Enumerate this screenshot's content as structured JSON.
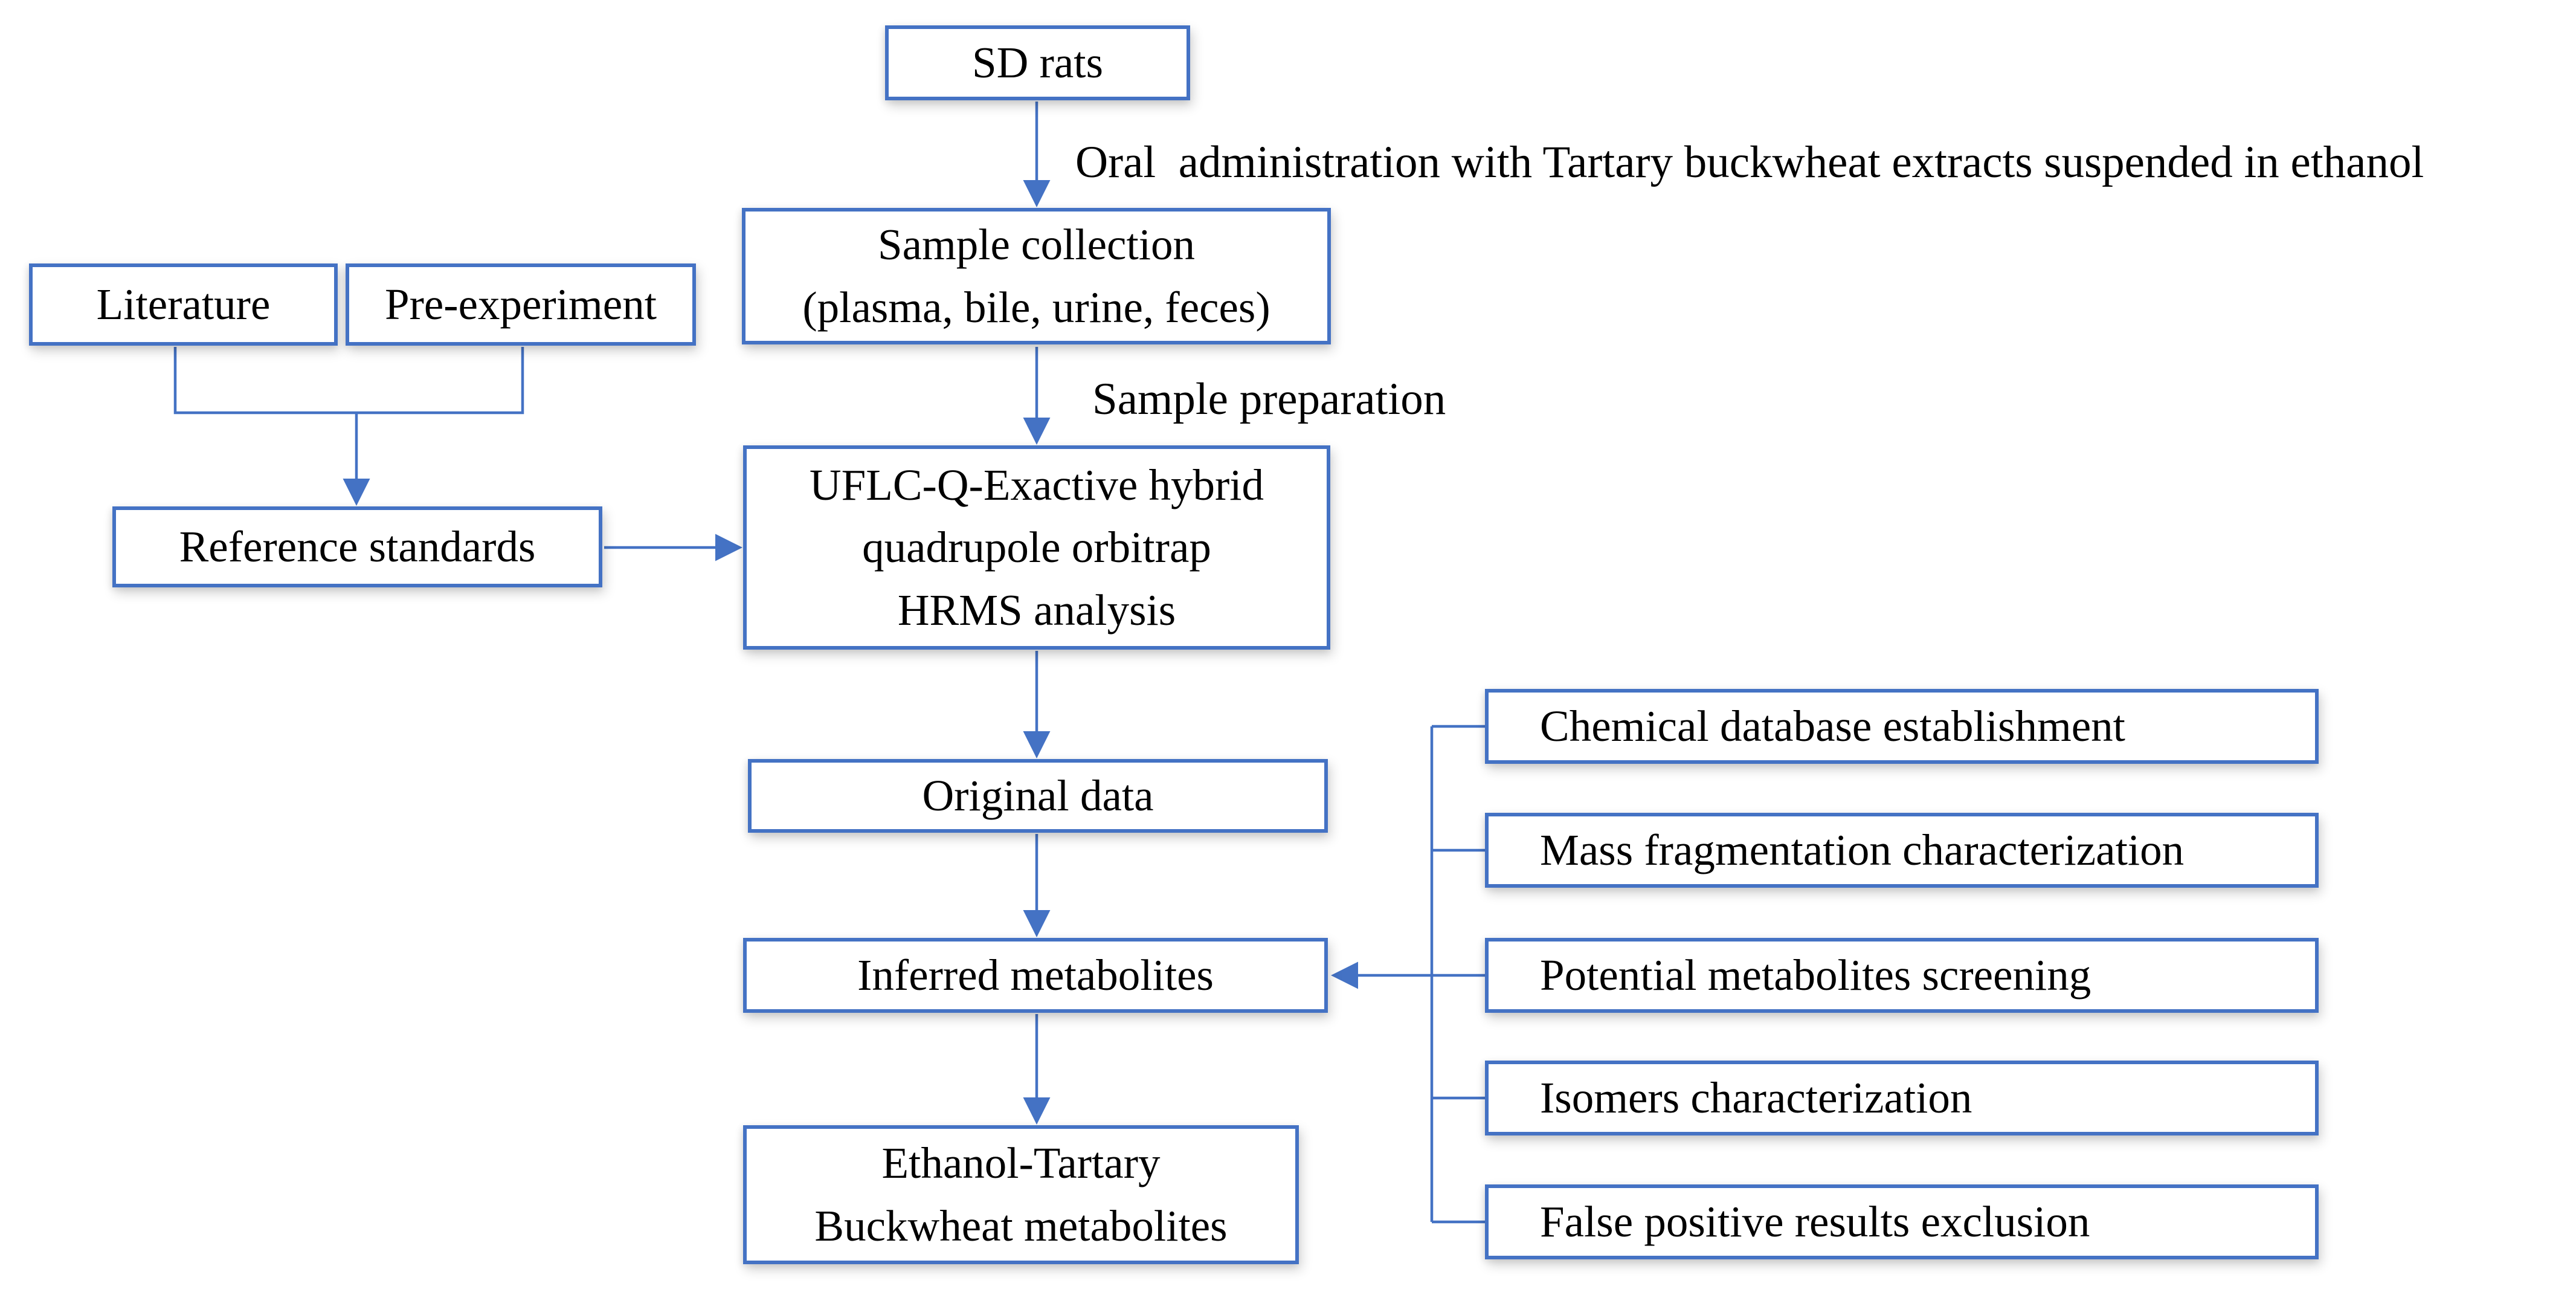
{
  "palette": {
    "accent_blue": "#4472C4",
    "text_black": "#000000",
    "box_fill": "#ffffff",
    "background": "#ffffff"
  },
  "nodes": {
    "sd_rats": {
      "label": "SD rats"
    },
    "sample_collection": {
      "label": "Sample collection\n(plasma, bile, urine, feces)"
    },
    "uflc": {
      "label": "UFLC-Q-Exactive hybrid\nquadrupole orbitrap\nHRMS analysis"
    },
    "original_data": {
      "label": "Original data"
    },
    "inferred_metabolites": {
      "label": "Inferred metabolites"
    },
    "ethanol_metabolites": {
      "label": "Ethanol-Tartary\nBuckwheat metabolites"
    },
    "literature": {
      "label": "Literature"
    },
    "pre_experiment": {
      "label": "Pre-experiment"
    },
    "reference_standards": {
      "label": "Reference standards"
    }
  },
  "right_panel": {
    "items": [
      {
        "label": "Chemical database establishment"
      },
      {
        "label": "Mass fragmentation characterization"
      },
      {
        "label": "Potential metabolites screening"
      },
      {
        "label": "Isomers characterization"
      },
      {
        "label": "False positive results exclusion"
      }
    ]
  },
  "edge_labels": {
    "oral_administration": "Oral  administration with Tartary buckwheat extracts suspended in ethanol",
    "sample_preparation": "Sample preparation"
  }
}
